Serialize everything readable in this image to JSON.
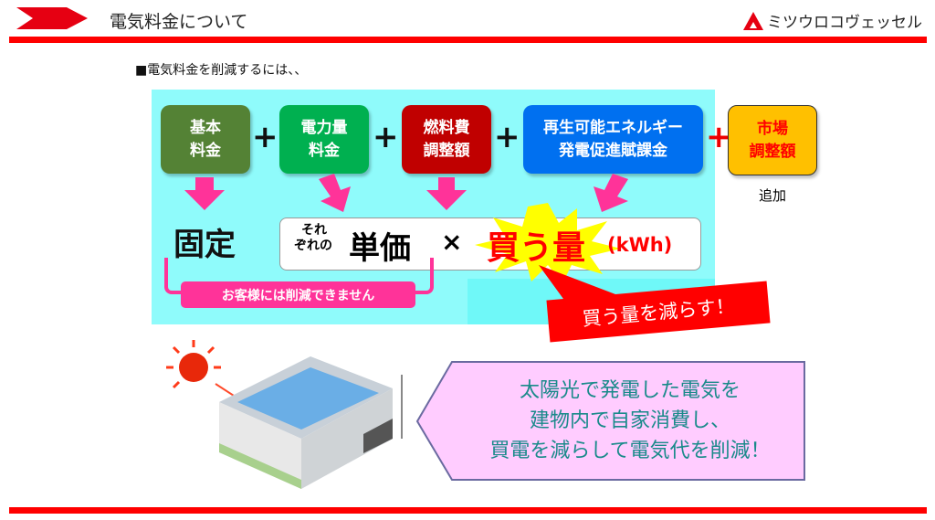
{
  "header": {
    "title": "電気料金について",
    "logo": "ミツウロコヴェッセル"
  },
  "subtitle": "■電気料金を削減するには、、",
  "components": [
    {
      "label1": "基本",
      "label2": "料金",
      "color": "#548235"
    },
    {
      "label1": "電力量",
      "label2": "料金",
      "color": "#00b050"
    },
    {
      "label1": "燃料費",
      "label2": "調整額",
      "color": "#c00000"
    },
    {
      "label1": "再生可能エネルギー",
      "label2": "発電促進賦課金",
      "color": "#0070f0"
    },
    {
      "label1": "市場",
      "label2": "調整額",
      "color": "#ffc000"
    }
  ],
  "plus": "+",
  "added": "追加",
  "fixed": "固定",
  "formula": {
    "each_top": "それ",
    "each_bottom": "ぞれの",
    "unit_price": "単価",
    "times": "×",
    "amount": "買う量",
    "unit": "(kWh)"
  },
  "not_reducible": "お客様には削減できません",
  "reduce_callout": "買う量を減らす！",
  "solar_message": [
    "太陽光で発電した電気を",
    "建物内で自家消費し、",
    "買電を減らして電気代を削減！"
  ]
}
